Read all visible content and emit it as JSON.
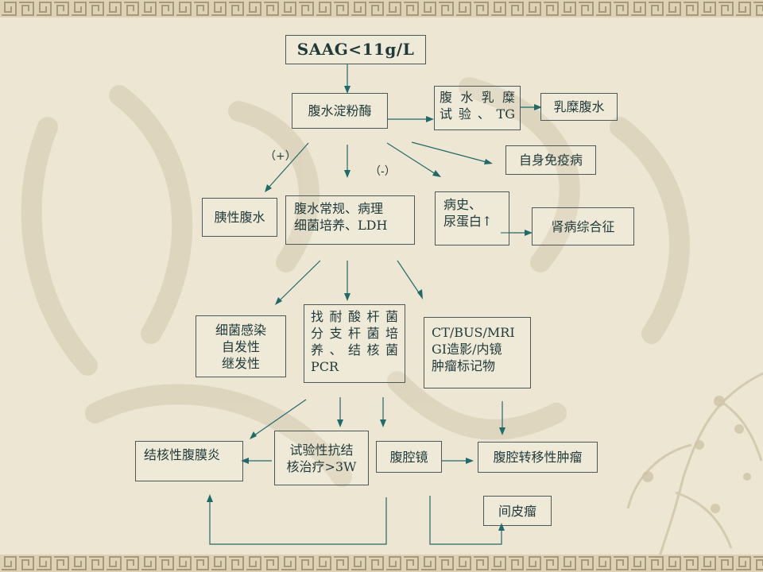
{
  "nodes": {
    "saag": [
      "SAAG<11g/L"
    ],
    "amylase": [
      "腹水淀粉酶"
    ],
    "chyle_test": [
      "腹 水 乳 糜",
      "试验、TG"
    ],
    "chylous": [
      "乳糜腹水"
    ],
    "autoimmune": [
      "自身免疫病"
    ],
    "pancreatic": [
      "胰性腹水"
    ],
    "routine": [
      "腹水常规、病理",
      "细菌培养、LDH"
    ],
    "history": [
      "病史、",
      "尿蛋白↑"
    ],
    "nephrotic": [
      "肾病综合征"
    ],
    "infection": [
      "细菌感染",
      "自发性",
      "继发性"
    ],
    "acid_fast": [
      "找耐酸杆菌",
      "分 支 杆 菌 培",
      "养 、 结 核 菌",
      "PCR"
    ],
    "imaging": [
      "CT/BUS/MRI",
      "GI造影/内镜",
      "肿瘤标记物"
    ],
    "tb_peritonitis": [
      "结核性腹膜炎"
    ],
    "anti_tb": [
      "试验性抗结",
      "核治疗>3W"
    ],
    "laparoscopy": [
      "腹腔镜"
    ],
    "metastatic": [
      "腹腔转移性肿瘤"
    ],
    "mesothelioma": [
      "间皮瘤"
    ]
  },
  "signs": {
    "positive": "（+）",
    "negative": "（-）"
  },
  "colors": {
    "arrow": "#1f6a6a",
    "text": "#1f3a3a",
    "border": "#4a5a5a",
    "background": "#ede6d3"
  }
}
